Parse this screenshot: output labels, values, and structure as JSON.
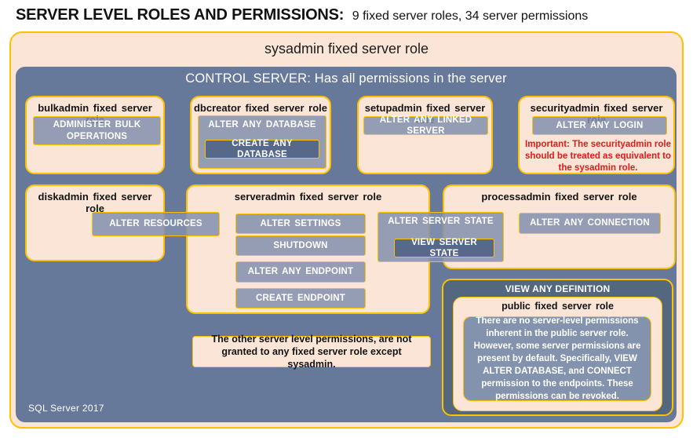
{
  "header": {
    "title_bold": "SERVER LEVEL ROLES AND PERMISSIONS:",
    "title_rest": "9 fixed server roles, 34 server permissions"
  },
  "outer": {
    "sysadmin_label": "sysadmin fixed server role"
  },
  "control": {
    "label": "CONTROL SERVER: Has all permissions in the server",
    "footer": "SQL Server 2017"
  },
  "roles": {
    "bulkadmin": {
      "title": "bulkadmin fixed server role",
      "perm": "ADMINISTER BULK OPERATIONS"
    },
    "dbcreator": {
      "title": "dbcreator fixed server role",
      "outer_perm": "ALTER ANY DATABASE",
      "nested_perm": "CREATE ANY DATABASE"
    },
    "setupadmin": {
      "title": "setupadmin fixed server role",
      "perm": "ALTER ANY LINKED SERVER"
    },
    "securityadmin": {
      "title": "securityadmin fixed server role",
      "perm": "ALTER ANY LOGIN",
      "warning": "Important: The securityadmin role should be treated as equivalent to the sysadmin role."
    },
    "diskadmin": {
      "title": "diskadmin fixed server role",
      "perm": "ALTER RESOURCES"
    },
    "serveradmin": {
      "title": "serveradmin fixed server role",
      "perms": [
        "ALTER SETTINGS",
        "SHUTDOWN",
        "ALTER ANY ENDPOINT",
        "CREATE ENDPOINT"
      ],
      "state_outer_perm": "ALTER SERVER STATE",
      "state_nested_perm": "VIEW SERVER STATE"
    },
    "processadmin": {
      "title": "processadmin fixed server role",
      "perm": "ALTER ANY CONNECTION"
    },
    "public_role": {
      "container_label": "VIEW ANY DEFINITION",
      "title": "public fixed server role",
      "body": "There are no server-level permissions inherent in the public server role. However, some server permissions are present by default. Specifically, VIEW ALTER DATABASE, and CONNECT permission to the endpoints. These permissions can be revoked."
    }
  },
  "note": {
    "text": "The other server level permissions, are not granted to any fixed server role except sysadmin."
  },
  "colors": {
    "accent_border": "#FFC000",
    "peach_fill": "#FBE5D6",
    "slate_fill": "#67799B",
    "dark_slate_fill": "#53677F",
    "nested_perm_fill": "#57698B",
    "warning_red": "#E11A1A"
  }
}
